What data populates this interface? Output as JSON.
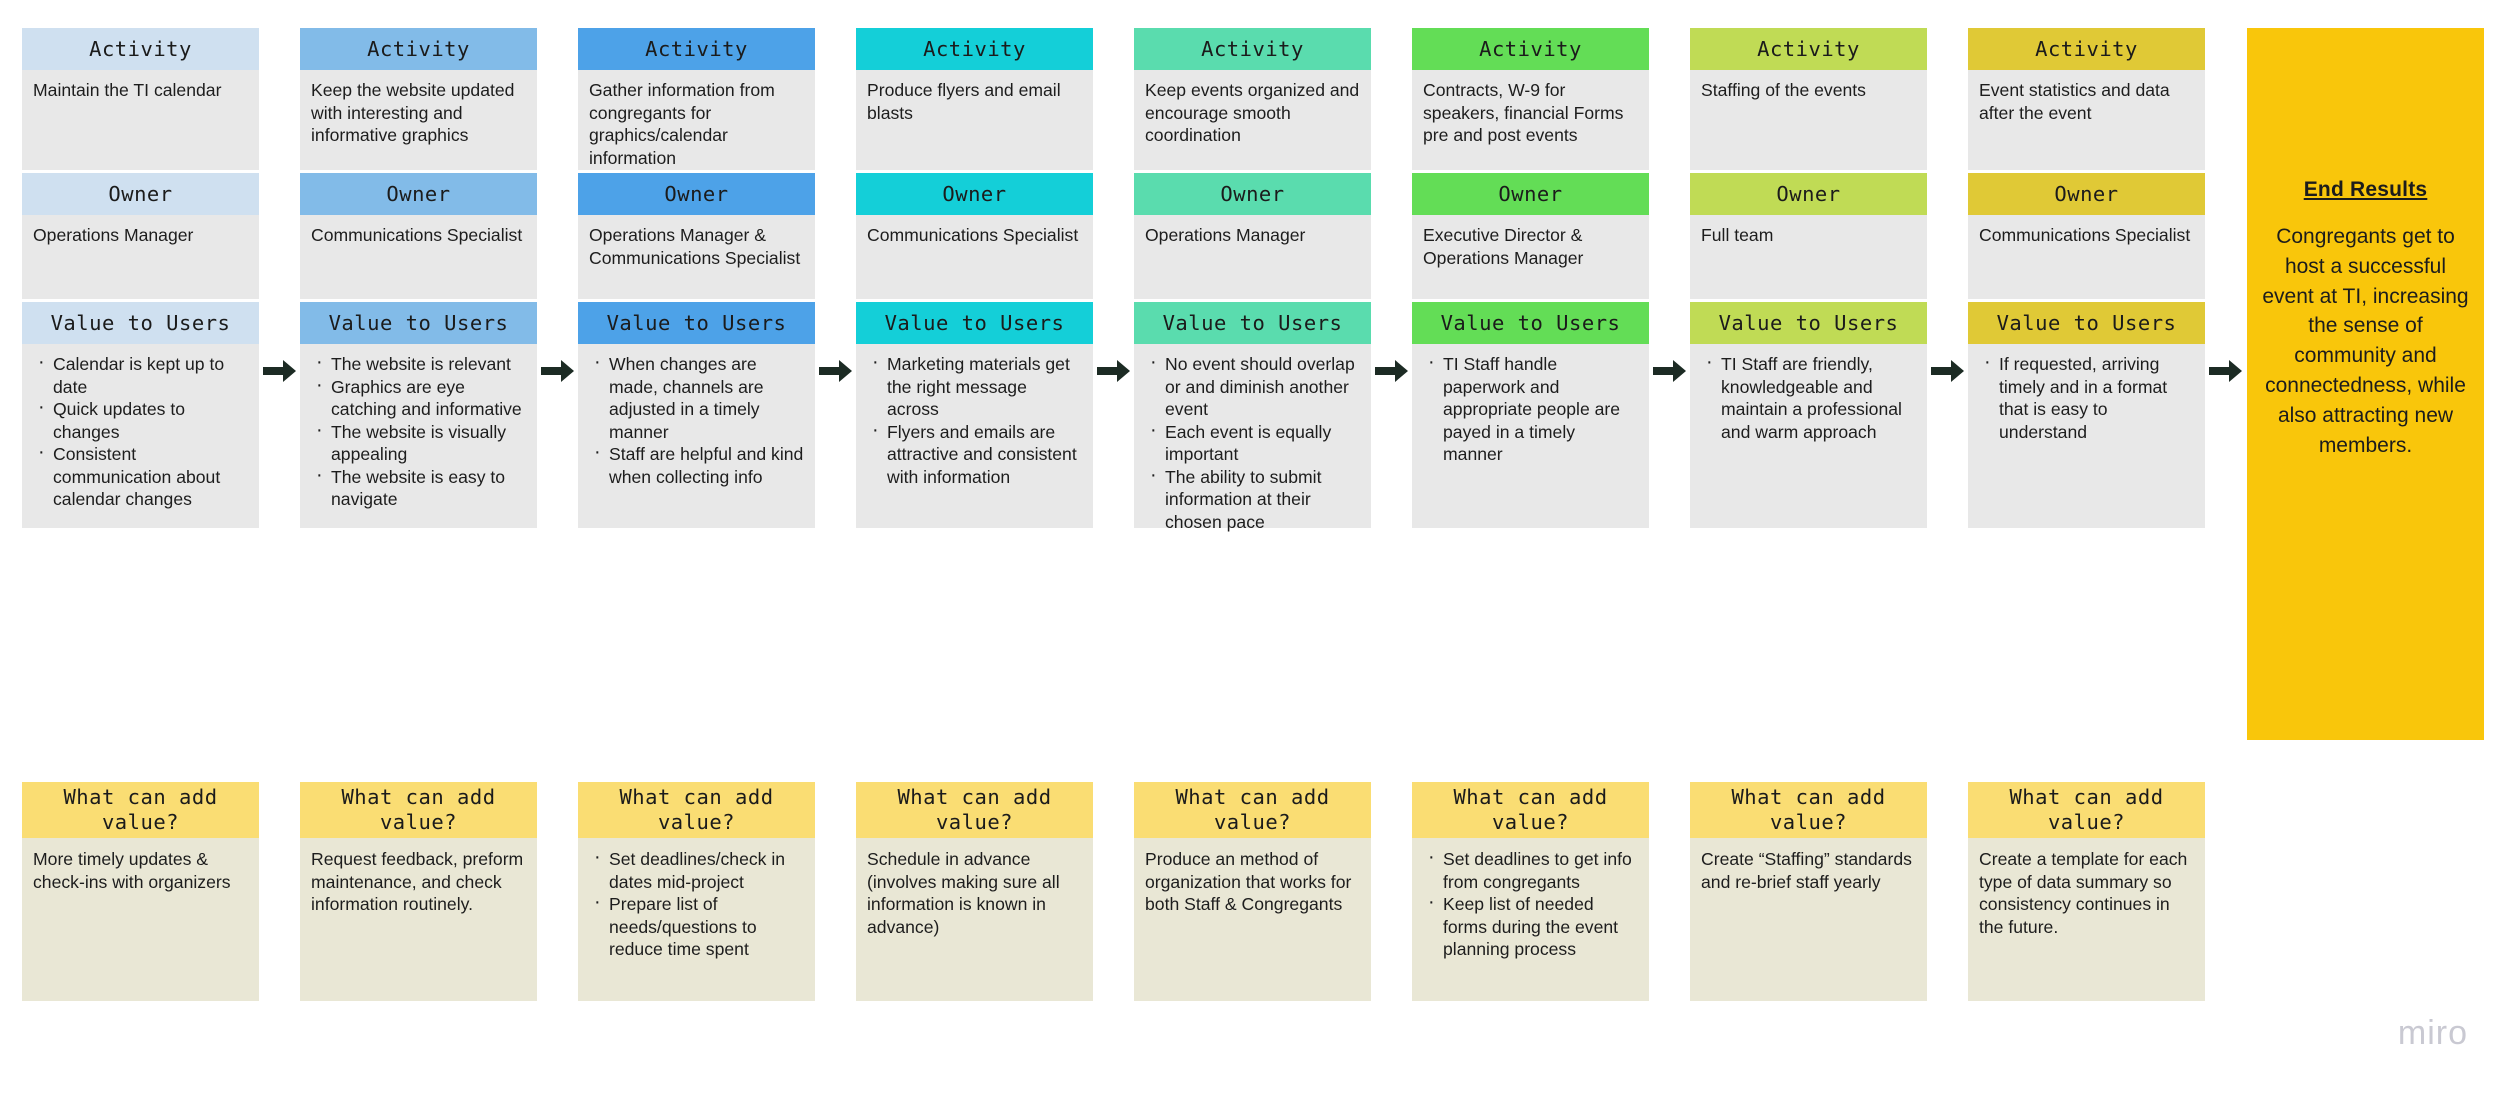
{
  "labels": {
    "activity": "Activity",
    "owner": "Owner",
    "value_to_users": "Value to Users",
    "what_can_add_value": "What can add value?",
    "end_results_title": "End Results",
    "arrow_icon": "arrow-right-icon",
    "watermark": "miro"
  },
  "colors": {
    "band_gray_body": "#e8e8e8",
    "wcav_band": "#fadd73",
    "wcav_body": "#e9e7d5",
    "end_results": "#f9c60b",
    "arrow": "#1c2b24"
  },
  "columns": [
    {
      "accent": "#cfe0f0",
      "activity": "Maintain the TI calendar",
      "owner": "Operations Manager",
      "value_bullets": [
        "Calendar is kept up to date",
        "Quick updates to changes",
        "Consistent communication about calendar changes"
      ]
    },
    {
      "accent": "#82bbe8",
      "activity": "Keep the website updated with interesting and informative graphics",
      "owner": "Communications Specialist",
      "value_bullets": [
        "The website is relevant",
        "Graphics are eye catching and informative",
        "The website is visually appealing",
        "The website is easy to navigate"
      ]
    },
    {
      "accent": "#4da2e8",
      "activity": "Gather information from congregants for graphics/calendar information",
      "owner": "Operations Manager & Communications Specialist",
      "value_bullets": [
        "When changes are made, channels are adjusted in a timely manner",
        "Staff are helpful and kind when collecting info"
      ]
    },
    {
      "accent": "#14cfd8",
      "activity": "Produce flyers and email blasts",
      "owner": "Communications Specialist",
      "value_bullets": [
        "Marketing materials get the right message across",
        "Flyers and emails are attractive and consistent with information"
      ]
    },
    {
      "accent": "#5adcae",
      "activity": "Keep events organized and encourage smooth coordination",
      "owner": "Operations Manager",
      "value_bullets": [
        "No event should overlap or and diminish another event",
        "Each event is equally important",
        "The ability to submit information at their chosen pace"
      ]
    },
    {
      "accent": "#63dd56",
      "activity": "Contracts, W-9 for speakers, financial Forms pre and post events",
      "owner": "Executive Director & Operations Manager",
      "value_bullets": [
        "TI Staff handle paperwork and appropriate people are payed in a timely manner"
      ]
    },
    {
      "accent": "#c0db55",
      "activity": "Staffing of the events",
      "owner": "Full team",
      "value_bullets": [
        "TI Staff are friendly, knowledgeable and maintain a professional and warm approach"
      ]
    },
    {
      "accent": "#e0c936",
      "activity": "Event  statistics and data after the event",
      "owner": "Communications Specialist",
      "value_bullets": [
        "If requested, arriving timely and in a format that is easy to understand"
      ]
    }
  ],
  "end_results": {
    "title": "End Results",
    "text": "Congregants get to host a successful event at TI, increasing the sense of community and connectedness, while also attracting new members."
  },
  "what_can_add_value": [
    {
      "paragraph": "More timely updates & check-ins with organizers",
      "bullets": []
    },
    {
      "paragraph": "Request feedback, preform maintenance, and check information routinely.",
      "bullets": []
    },
    {
      "paragraph": "",
      "bullets": [
        "Set deadlines/check in dates mid-project",
        "Prepare list of needs/questions to reduce time spent"
      ]
    },
    {
      "paragraph": "Schedule in advance (involves making sure all information is known in advance)",
      "bullets": []
    },
    {
      "paragraph": "Produce an method of organization that works for both Staff & Congregants",
      "bullets": []
    },
    {
      "paragraph": "",
      "bullets": [
        "Set deadlines to get info from congregants",
        "Keep list of needed forms during the event planning process"
      ]
    },
    {
      "paragraph": "Create “Staffing” standards and re-brief staff yearly",
      "bullets": []
    },
    {
      "paragraph": "Create a template for each type of data summary so consistency continues in the future.",
      "bullets": []
    }
  ]
}
